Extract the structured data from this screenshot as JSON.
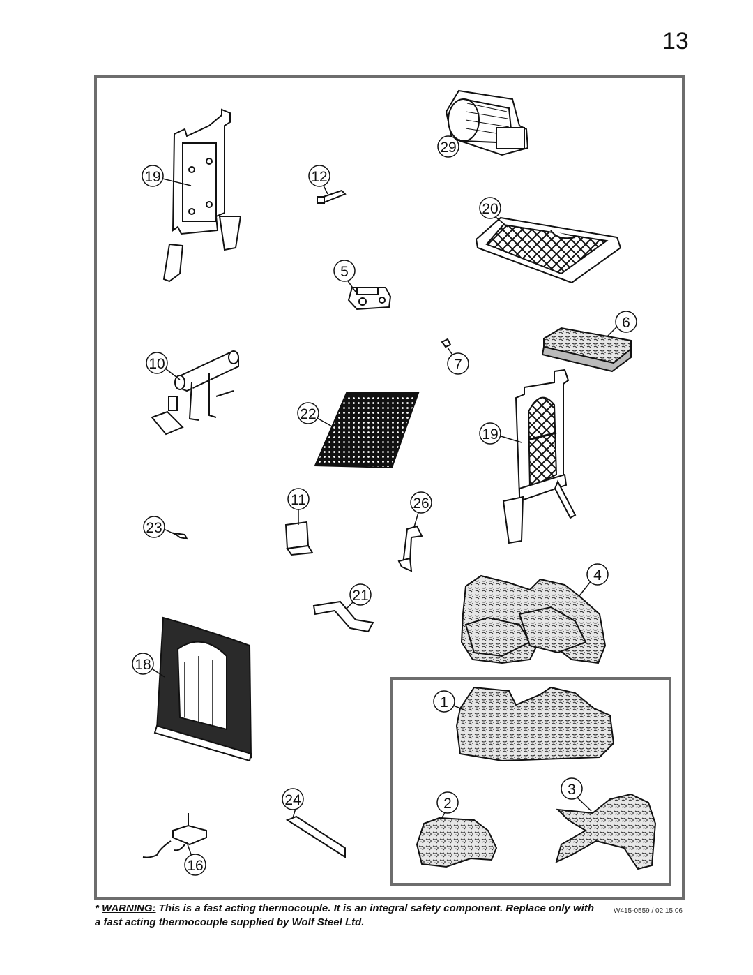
{
  "page": {
    "number": "13"
  },
  "callouts": {
    "c29": "29",
    "c19a": "19",
    "c12": "12",
    "c20": "20",
    "c5": "5",
    "c6": "6",
    "c10": "10",
    "c7": "7",
    "c22": "22",
    "c19b": "19",
    "c11": "11",
    "c26": "26",
    "c23": "23",
    "c4": "4",
    "c21": "21",
    "c18": "18",
    "c1": "1",
    "c24": "24",
    "c2": "2",
    "c3": "3",
    "c16": "16"
  },
  "footer": {
    "asterisk": "*",
    "warning_word": "WARNING:",
    "warning_text": " This is a fast acting thermocouple. It is an integral safety component. Replace only with a fast acting thermocouple supplied by Wolf Steel Ltd.",
    "doc_code": "W415-0559 / 02.15.06"
  },
  "colors": {
    "frame": "#6d6d6d",
    "ink": "#111111",
    "log_fill": "#d8d8d8"
  }
}
